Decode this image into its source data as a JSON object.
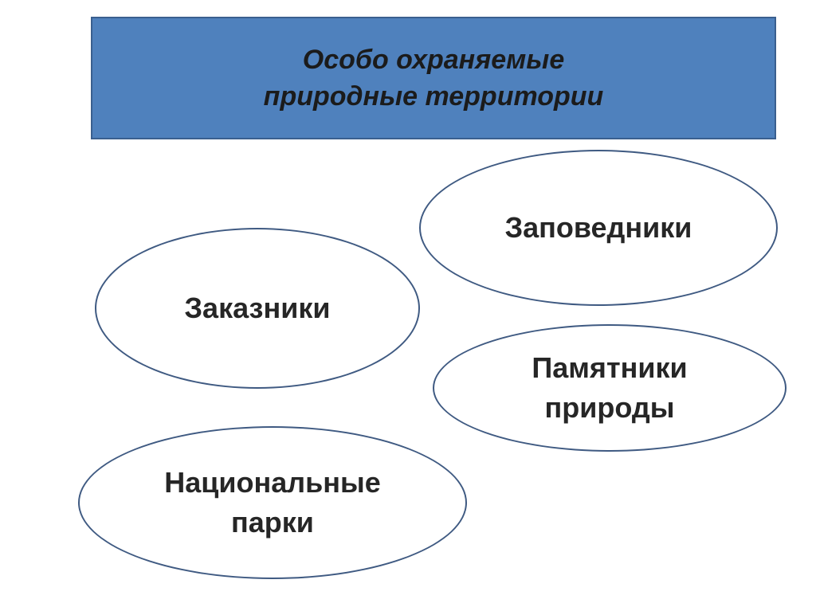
{
  "header": {
    "title": "Особо охраняемые\nприродные территории",
    "background_color": "#4f81bd"
  },
  "nodes": [
    {
      "id": "zapovedniki",
      "label": "Заповедники"
    },
    {
      "id": "zakazniki",
      "label": "Заказники"
    },
    {
      "id": "pamyatniki",
      "label": "Памятники\nприроды"
    },
    {
      "id": "parki",
      "label": "Национальные\nпарки"
    }
  ],
  "colors": {
    "ellipse_border": "#3f5a82",
    "text": "#262626"
  }
}
